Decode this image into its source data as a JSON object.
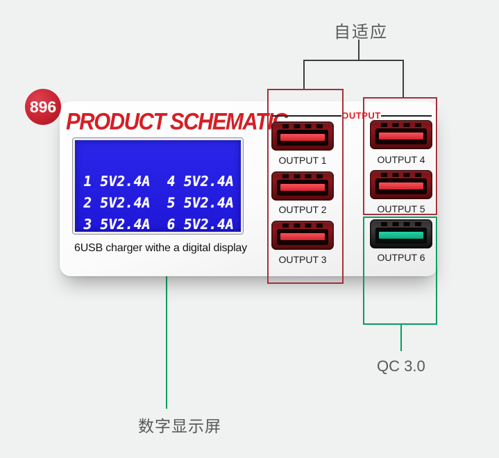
{
  "badge": {
    "text": "896"
  },
  "callouts": {
    "adaptive": "自适应",
    "qc": "QC 3.0",
    "digital_display": "数字显示屏"
  },
  "device": {
    "title": "PRODUCT SCHEMATIC",
    "caption": "6USB charger withe a digital display",
    "output_header": "OUTPUT",
    "lcd": {
      "rows": [
        "1 5V2.4A  4 5V2.4A",
        "2 5V2.4A  5 5V2.4A",
        "3 5V2.4A  6 5V2.4A"
      ]
    },
    "ports": [
      {
        "label": "OUTPUT 1",
        "type": "standard"
      },
      {
        "label": "OUTPUT 2",
        "type": "standard"
      },
      {
        "label": "OUTPUT 3",
        "type": "standard"
      },
      {
        "label": "OUTPUT 4",
        "type": "standard"
      },
      {
        "label": "OUTPUT 5",
        "type": "standard"
      },
      {
        "label": "OUTPUT 6",
        "type": "qc3.0"
      }
    ]
  },
  "colors": {
    "background": "#f0f1f1",
    "badge_red": "#c5212f",
    "title_red": "#d41f26",
    "lcd_blue": "#2420e0",
    "highlight_red": "#a5303a",
    "highlight_green": "#009e5f",
    "port_tongue_red": "#d8232e",
    "port_tongue_green": "#14bd92",
    "callout_text_gray": "#585858"
  }
}
